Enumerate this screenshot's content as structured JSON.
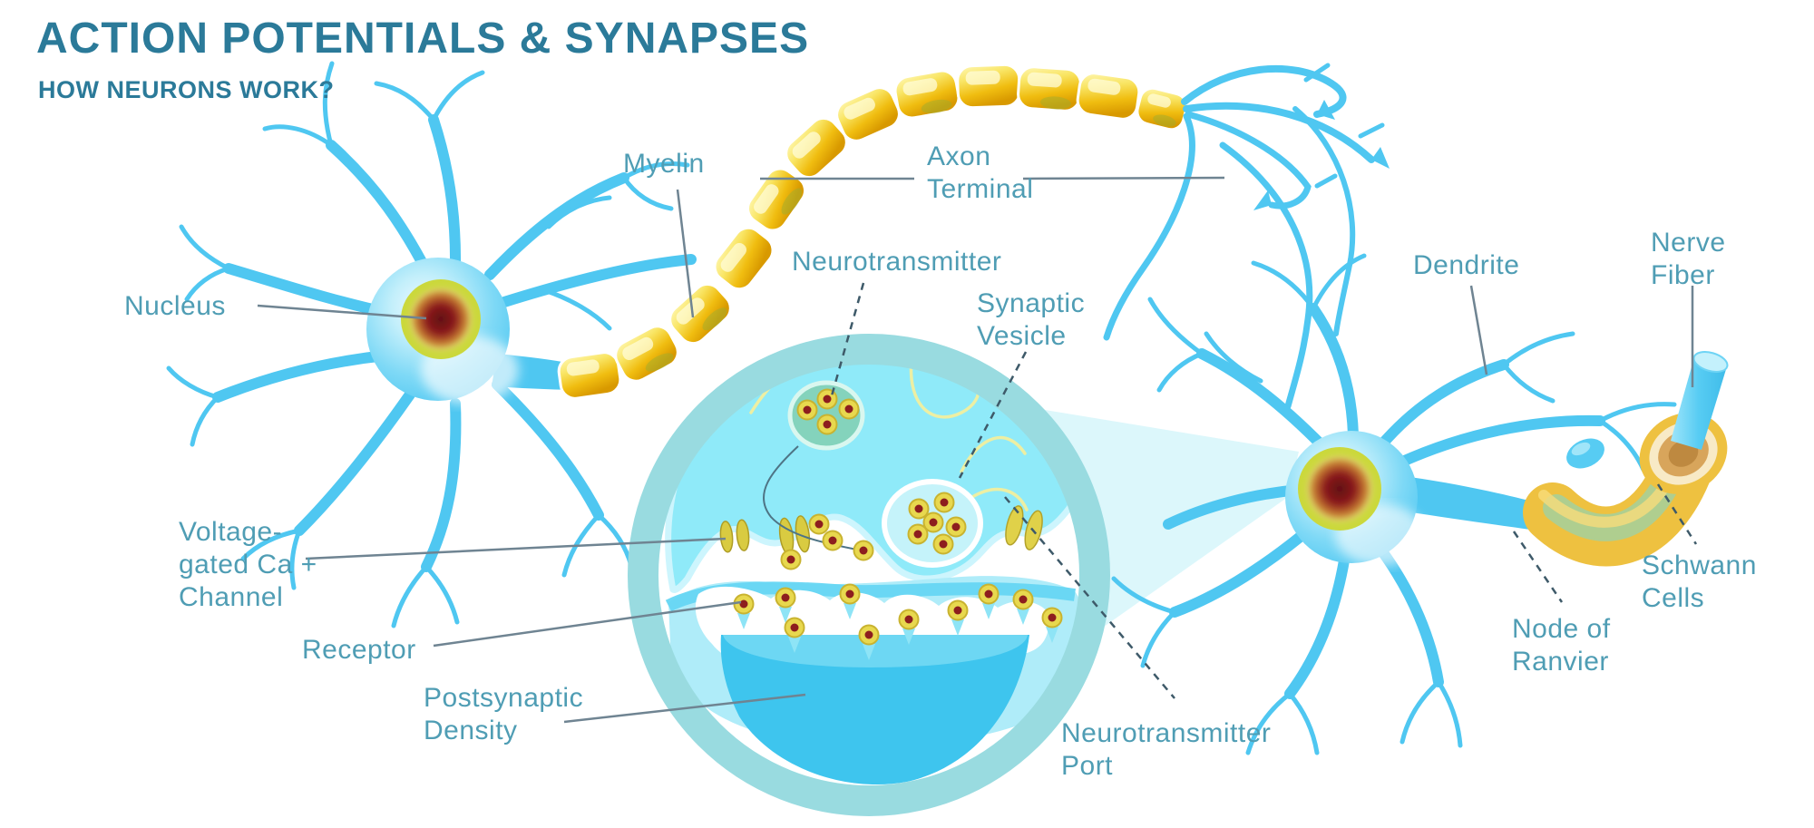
{
  "header": {
    "title": "ACTION POTENTIALS & SYNAPSES",
    "subtitle": "HOW NEURONS WORK?"
  },
  "labels": {
    "nucleus": "Nucleus",
    "myelin": "Myelin",
    "axon_terminal": [
      "Axon",
      "Terminal"
    ],
    "neurotransmitter": "Neurotransmitter",
    "synaptic_vesicle": [
      "Synaptic",
      "Vesicle"
    ],
    "dendrite": "Dendrite",
    "nerve_fiber": [
      "Nerve",
      "Fiber"
    ],
    "voltage_gated_ca_channel": [
      "Voltage-",
      "gated Ca +",
      "Channel"
    ],
    "receptor": "Receptor",
    "postsynaptic_density": [
      "Postsynaptic",
      "Density"
    ],
    "neurotransmitter_port": [
      "Neurotransmitter",
      "Port"
    ],
    "node_of_ranvier": [
      "Node of",
      "Ranvier"
    ],
    "schwann_cells": [
      "Schwann",
      "Cells"
    ]
  },
  "colors": {
    "title_text": "#2b7a99",
    "label_text": "#4f9db4",
    "pointer_line": "#6f8492",
    "pointer_line_dashed": "#3e5a69",
    "neuron_blue": "#4fc7f1",
    "neuron_highlight": "#a9e8fa",
    "myelin_gold": "#f0bd10",
    "myelin_gold_light": "#fff8b8",
    "nucleus_ring_yellow": "#cbd83c",
    "nucleus_core_red": "#6b1315",
    "synapse_ring_teal": "#99dbe0",
    "presynaptic_cyan": "#8feaf9",
    "postsynaptic_cyan": "#afecf9",
    "postsynaptic_deep_blue": "#3ec5ee",
    "vesicle_green": "#84d3bc",
    "vesicle_light_cyan": "#c5f3fa",
    "neurotransmitter_dot_yellow": "#e8d84e",
    "neurotransmitter_dot_red": "#8d1e1e",
    "channel_yellow": "#d9cb41",
    "schwann_green": "#a7cf98",
    "zoom_cone_cyan": "#dcf7fb"
  }
}
